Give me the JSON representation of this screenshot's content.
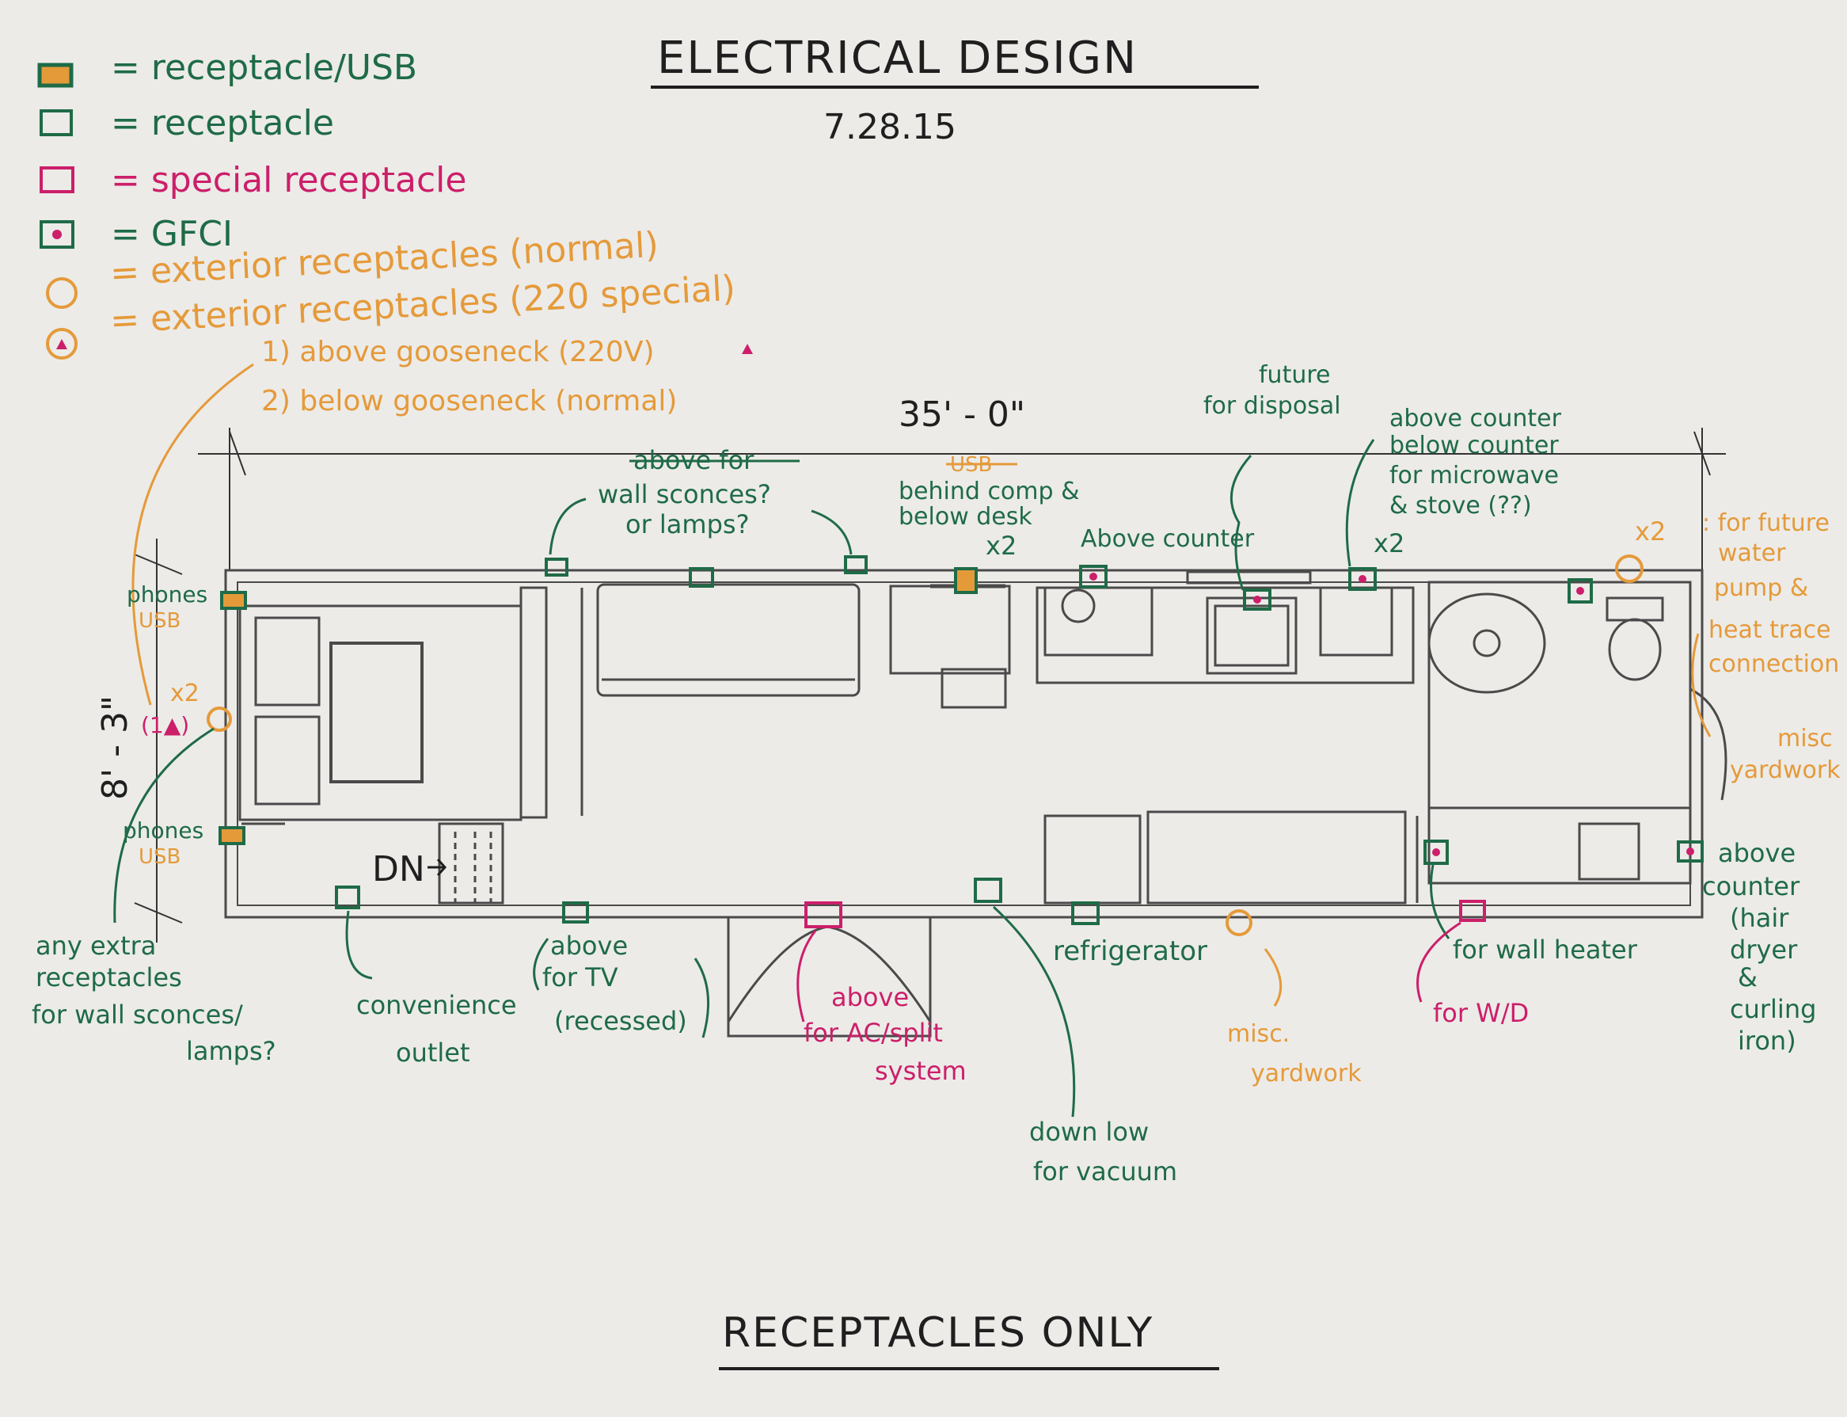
{
  "title": "ELECTRICAL DESIGN",
  "date": "7.28.15",
  "footer": "RECEPTACLES ONLY",
  "colors": {
    "paper": "#ecebe8",
    "ink": "#1f1f1f",
    "green": "#1f6b47",
    "orange": "#e59a3a",
    "magenta": "#cc1f6a",
    "plan": "#4a4a4a"
  },
  "legend": [
    {
      "symbol": "usb-receptacle-symbol",
      "text": "= receptacle/USB",
      "color": "green"
    },
    {
      "symbol": "receptacle-symbol",
      "text": "= receptacle",
      "color": "green"
    },
    {
      "symbol": "special-receptacle-symbol",
      "text": "= special receptacle",
      "color": "magenta"
    },
    {
      "symbol": "gfci-symbol",
      "text": "= GFCI",
      "color": "green"
    },
    {
      "symbol": "exterior-receptacle-symbol",
      "text": "= exterior receptacles (normal)",
      "color": "orange"
    },
    {
      "symbol": "exterior-special-receptacle-symbol",
      "text": "= exterior receptacles (220 special)",
      "color": "orange"
    }
  ],
  "gooseneck_notes": [
    "1) above gooseneck (220V)",
    "2) below gooseneck (normal)"
  ],
  "dimensions": {
    "length": "35' - 0\"",
    "width": "8' - 3\""
  },
  "stair_label": "DN",
  "annotations": {
    "wall_sconces_struck": "above for",
    "wall_sconces_1": "wall sconces?",
    "wall_sconces_2": "or lamps?",
    "usb_struck": "USB",
    "desk_1": "behind comp &",
    "desk_2": "below desk",
    "desk_count": "x2",
    "disposal_1": "future",
    "disposal_2": "for disposal",
    "above_counter_top": "Above counter",
    "counter_1": "above counter",
    "counter_2": "below counter",
    "counter_3": "for microwave",
    "counter_4": "& stove (??)",
    "counter_count": "x2",
    "water_count": "x2",
    "water_1": ": for future",
    "water_2": "water",
    "water_3": "pump &",
    "water_4": "heat trace",
    "water_5": "connection",
    "yardwork_right_1": "misc",
    "yardwork_right_2": "yardwork",
    "phones_top": "phones",
    "phones_top_usb": "USB",
    "phones_bottom": "phones",
    "phones_bottom_usb": "USB",
    "exterior_count": "x2",
    "exterior_special": "(1▲)",
    "extra_1": "any extra",
    "extra_2": "receptacles",
    "extra_3": "for wall sconces/",
    "extra_4": "lamps?",
    "convenience_1": "convenience",
    "convenience_2": "outlet",
    "tv_1": "above",
    "tv_2": "for TV",
    "tv_3": "(recessed)",
    "ac_1": "above",
    "ac_2": "for AC/split",
    "ac_3": "system",
    "vacuum_1": "down low",
    "vacuum_2": "for vacuum",
    "fridge": "refrigerator",
    "yardwork_bottom_1": "misc.",
    "yardwork_bottom_2": "yardwork",
    "wall_heater": "for wall heater",
    "wd": "for W/D",
    "bath_1": "above",
    "bath_2": "counter",
    "bath_3": "(hair",
    "bath_4": "dryer",
    "bath_5": "&",
    "bath_6": "curling",
    "bath_7": "iron)"
  }
}
